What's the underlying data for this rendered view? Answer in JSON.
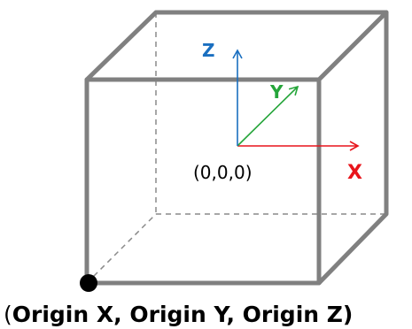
{
  "diagram": {
    "axes": {
      "x": {
        "label": "X",
        "color": "#e8141b"
      },
      "y": {
        "label": "Y",
        "color": "#25a53a"
      },
      "z": {
        "label": "Z",
        "color": "#1a6fc0"
      }
    },
    "center_label": "(0,0,0)",
    "origin_label": {
      "open": "(",
      "text": "Origin X, Origin Y, Origin Z)"
    },
    "colors": {
      "cube_edges": "#808080",
      "hidden_edges": "#8a8a8a",
      "origin_point": "#000000",
      "text": "#000000"
    }
  }
}
